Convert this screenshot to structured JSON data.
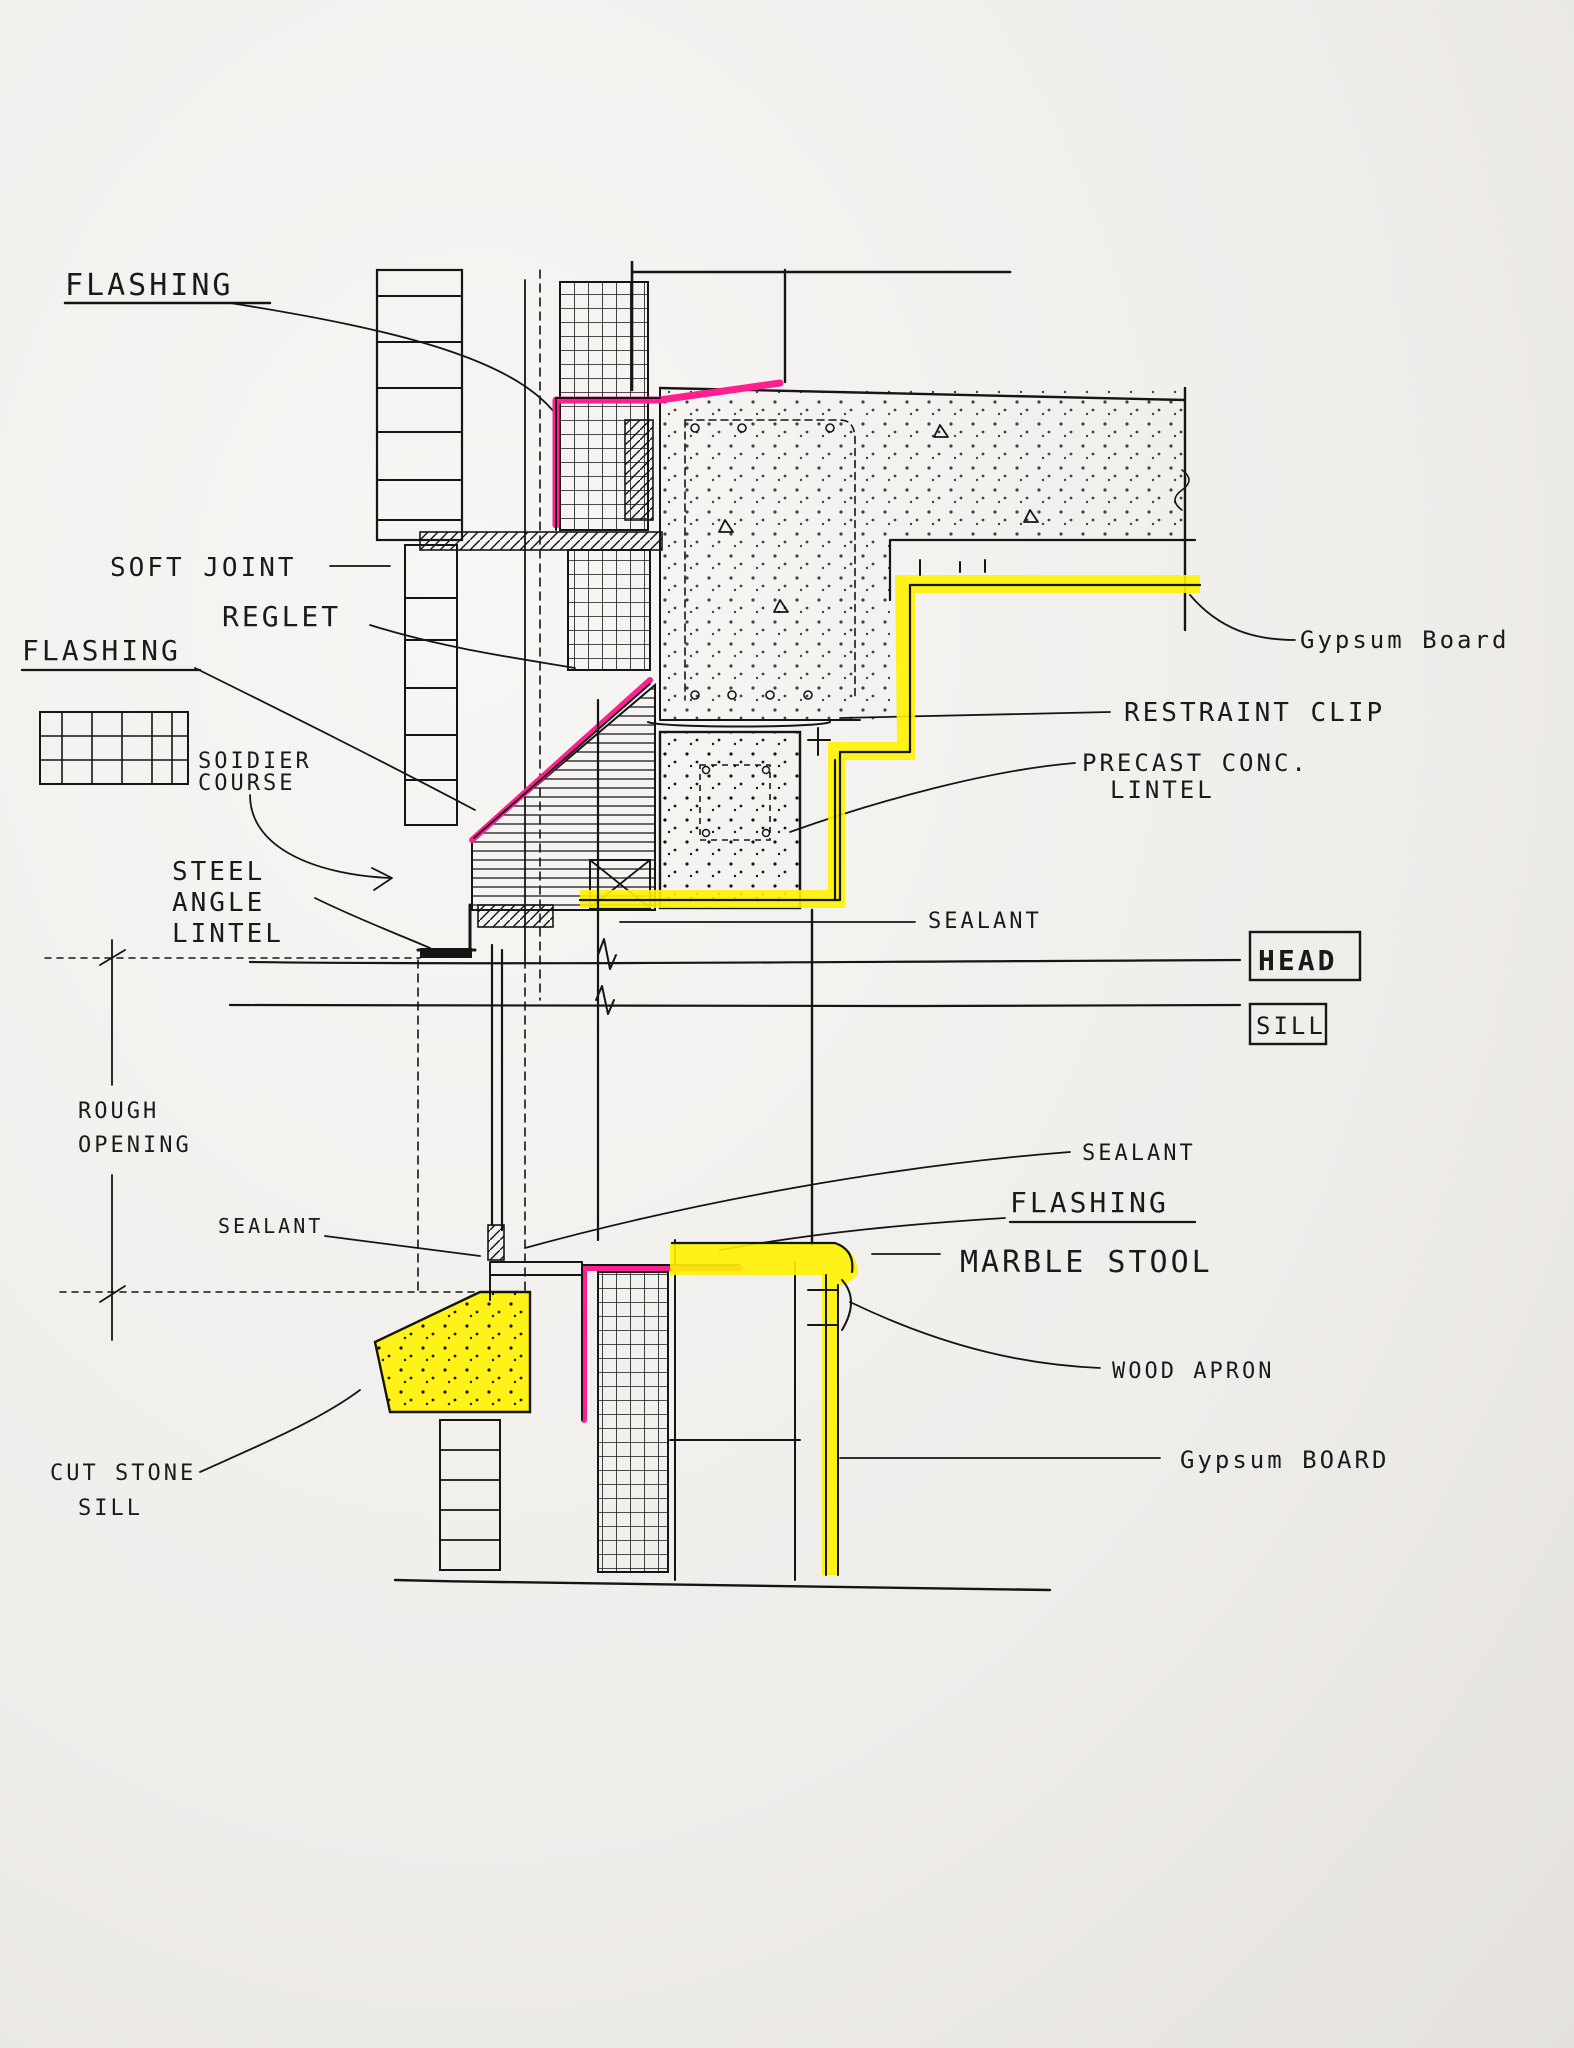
{
  "labels": {
    "flashing_top": "FLASHING",
    "soft_joint": "SOFT JOINT",
    "reglet": "REGLET",
    "flashing_mid": "FLASHING",
    "soldier_course": [
      "SOIDIER",
      "COURSE"
    ],
    "steel_angle_lintel": [
      "STEEL",
      "ANGLE",
      "LINTEL"
    ],
    "gypsum_board_top": "Gypsum Board",
    "restraint_clip": "RESTRAINT CLIP",
    "precast_lintel": [
      "PRECAST CONC.",
      "LINTEL"
    ],
    "sealant_head": "SEALANT",
    "head": "HEAD",
    "sill": "SILL",
    "rough_opening": [
      "ROUGH",
      "OPENING"
    ],
    "sealant_sill_right": "SEALANT",
    "flashing_sill": "FLASHING",
    "sealant_sill_left": "SEALANT",
    "marble_stool": "MARBLE STOOL",
    "wood_apron": "WOOD APRON",
    "gypsum_board_bottom": "Gypsum BOARD",
    "cut_stone_sill": [
      "CUT STONE",
      "SILL"
    ]
  },
  "colors": {
    "ink": "#151515",
    "flashing_highlight": "#ff1f8f",
    "gypsum_highlight": "#fff200",
    "paper": "#f1efec"
  }
}
